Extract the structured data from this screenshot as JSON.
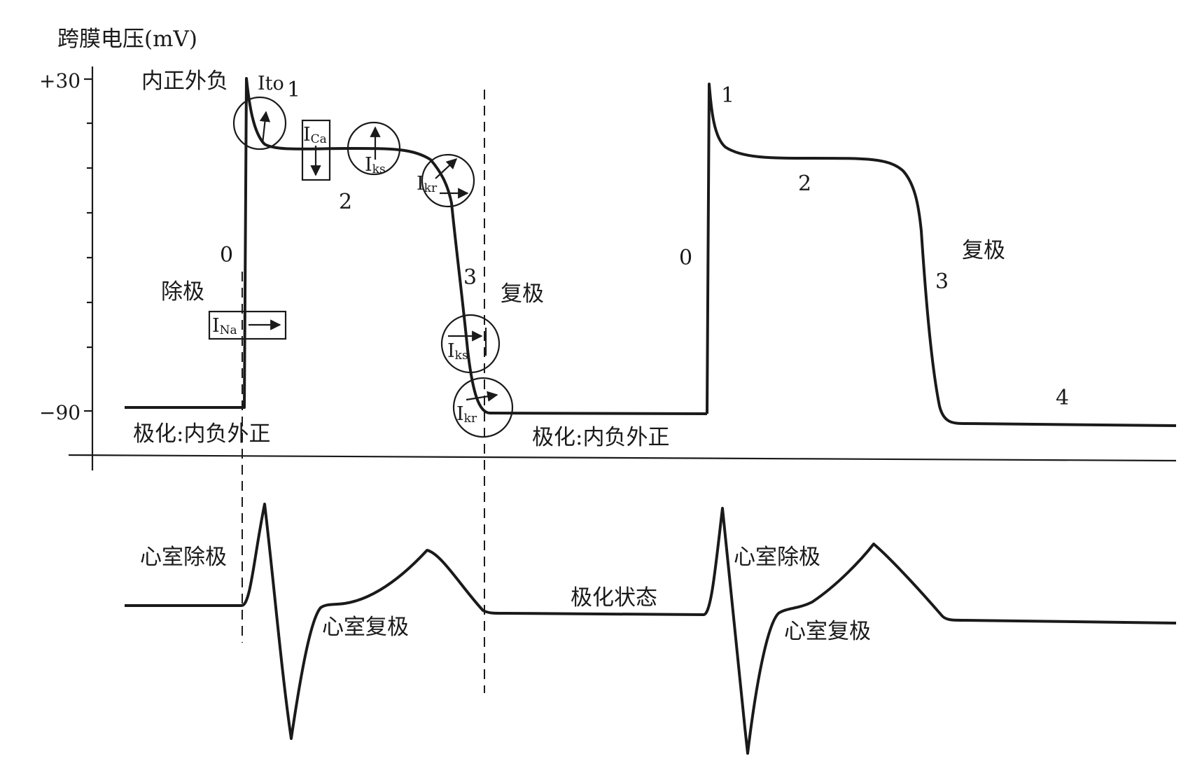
{
  "axis": {
    "y_title": "跨膜电压(mV)",
    "tick_top": "+30",
    "tick_bottom": "−90"
  },
  "left_ap": {
    "phase_0": "0",
    "phase_1": "1",
    "phase_2": "2",
    "phase_3": "3",
    "inside_pos_outside_neg": "内正外负",
    "depolarization": "除极",
    "repolarization": "复极",
    "polarized": "极化:内负外正",
    "currents": {
      "ito": "Ito",
      "ica_main": "I",
      "ica_sub": "Ca",
      "iks_top_main": "I",
      "iks_top_sub": "ks",
      "ikr_top_main": "I",
      "ikr_top_sub": "kr",
      "ina_main": "I",
      "ina_sub": "Na",
      "iks_low_main": "I",
      "iks_low_sub": "ks",
      "ikr_low_main": "I",
      "ikr_low_sub": "kr"
    }
  },
  "right_ap": {
    "phase_0": "0",
    "phase_1": "1",
    "phase_2": "2",
    "phase_3": "3",
    "phase_4": "4",
    "repolarization": "复极",
    "polarized": "极化:内负外正"
  },
  "ecg": {
    "left_depol": "心室除极",
    "left_repol": "心室复极",
    "polarized_state": "极化状态",
    "right_depol": "心室除极",
    "right_repol": "心室复极"
  },
  "colors": {
    "ink": "#1a1a1a",
    "background": "#ffffff"
  }
}
